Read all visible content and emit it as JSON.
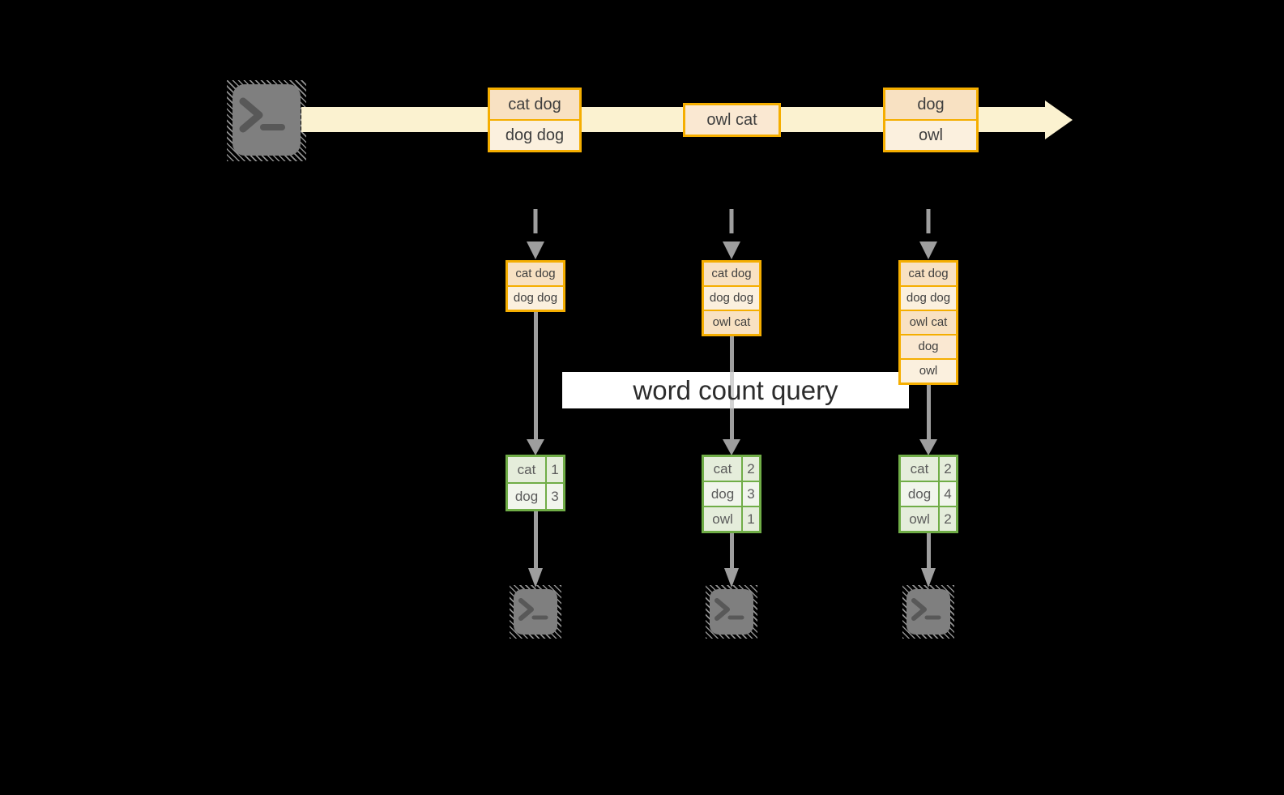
{
  "banner": {
    "label": "word count query"
  },
  "stream": {
    "source": "terminal",
    "batches": [
      {
        "records": [
          "cat dog",
          "dog dog"
        ]
      },
      {
        "records": [
          "owl cat"
        ]
      },
      {
        "records": [
          "dog",
          "owl"
        ]
      }
    ]
  },
  "columns": [
    {
      "state_records": [
        "cat dog",
        "dog dog"
      ],
      "counts": [
        {
          "word": "cat",
          "value": "1"
        },
        {
          "word": "dog",
          "value": "3"
        }
      ]
    },
    {
      "state_records": [
        "cat dog",
        "dog dog",
        "owl cat"
      ],
      "counts": [
        {
          "word": "cat",
          "value": "2"
        },
        {
          "word": "dog",
          "value": "3"
        },
        {
          "word": "owl",
          "value": "1"
        }
      ]
    },
    {
      "state_records": [
        "cat dog",
        "dog dog",
        "owl cat",
        "dog",
        "owl"
      ],
      "counts": [
        {
          "word": "cat",
          "value": "2"
        },
        {
          "word": "dog",
          "value": "4"
        },
        {
          "word": "owl",
          "value": "2"
        }
      ]
    }
  ],
  "palette": {
    "background": "#000000",
    "stream_fill": "#FBF2D0",
    "orange_border": "#F5AE00",
    "cell_peach": "#F8E1C2",
    "cell_cream": "#FBF0DE",
    "cell_light_peach": "#FAE8D2",
    "green_border": "#70AD47",
    "green_row_dark": "#E5EDDB",
    "green_row_light": "#F1F5EC",
    "arrow_gray": "#9E9E9E",
    "terminal_gray": "#7F7F7F"
  }
}
